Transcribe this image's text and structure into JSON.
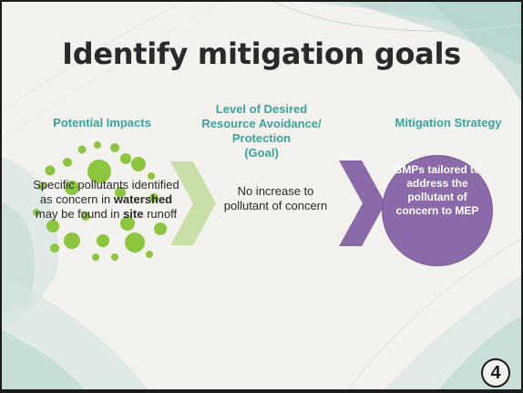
{
  "slide": {
    "title": "Identify mitigation goals",
    "page_number": "4"
  },
  "columns": {
    "impacts_heading": "Potential Impacts",
    "goal_heading_line1": "Level of Desired",
    "goal_heading_line2": "Resource Avoidance/",
    "goal_heading_line3": "Protection",
    "goal_heading_line4": "(Goal)",
    "strategy_heading": "Mitigation Strategy"
  },
  "impacts": {
    "text_a": "Specific pollutants identified as concern in ",
    "bold_watershed": "watershed",
    "text_b": " may be found in ",
    "bold_site": "site",
    "text_c": " runoff"
  },
  "goal": {
    "text": "No increase to pollutant of concern"
  },
  "strategy": {
    "text": "BMPs tailored to address the pollutant of concern to MEP"
  },
  "colors": {
    "teal_heading": "#3aa59a",
    "green_dots": "#8cc63f",
    "light_green_chevron": "#c8dfa8",
    "purple": "#8a6aa8"
  }
}
